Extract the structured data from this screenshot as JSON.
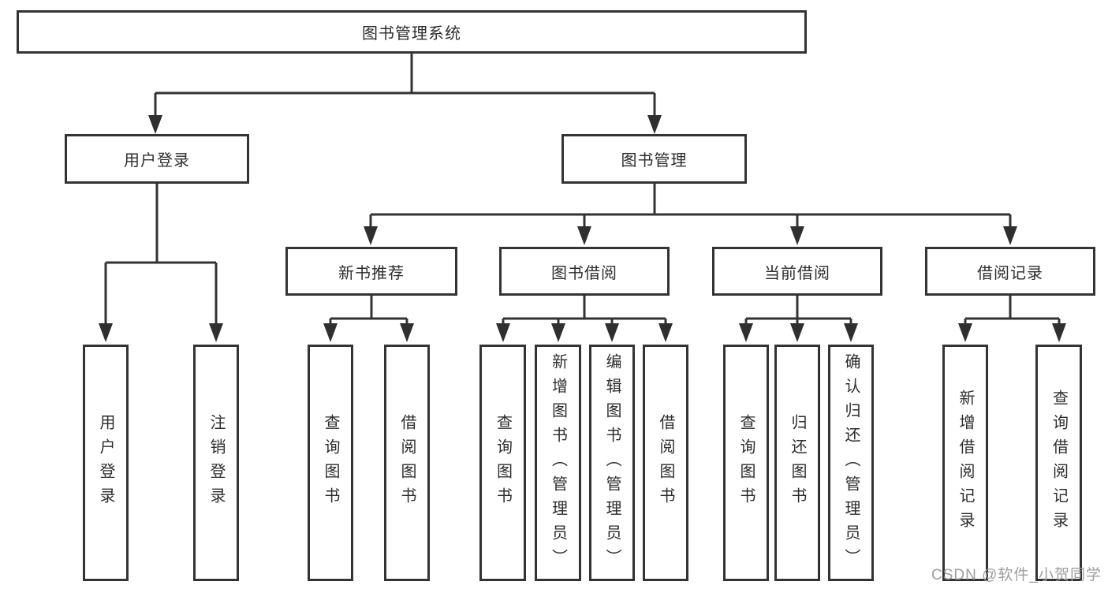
{
  "tree": {
    "root": {
      "label": "图书管理系统"
    },
    "user_login": {
      "label": "用户登录",
      "children": [
        "用户登录",
        "注销登录"
      ]
    },
    "book_management": {
      "label": "图书管理",
      "sections": [
        {
          "label": "新书推荐",
          "children": [
            "查询图书",
            "借阅图书"
          ]
        },
        {
          "label": "图书借阅",
          "children": [
            "查询图书",
            "新增图书（管理员）",
            "编辑图书（管理员）",
            "借阅图书"
          ]
        },
        {
          "label": "当前借阅",
          "children": [
            "查询图书",
            "归还图书",
            "确认归还（管理员）"
          ]
        },
        {
          "label": "借阅记录",
          "children": [
            "新增借阅记录",
            "查询借阅记录"
          ]
        }
      ]
    }
  },
  "watermark": "CSDN @软件_小贺同学",
  "colors": {
    "line": "#333333",
    "box_border": "#333333",
    "text": "#2d2d2d",
    "watermark": "#9e9e9e",
    "background": "#ffffff"
  }
}
